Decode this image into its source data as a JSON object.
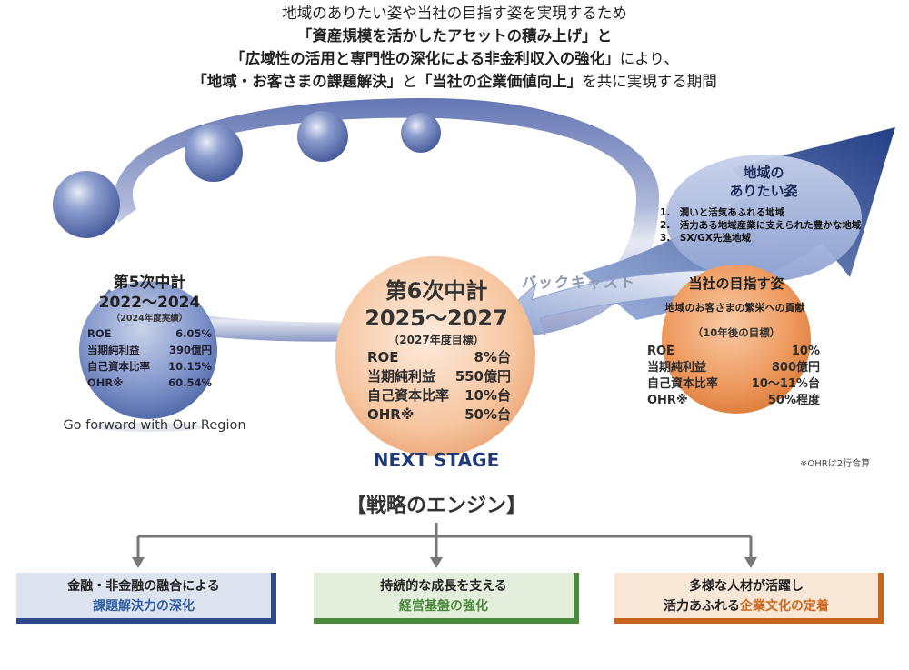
{
  "header": {
    "line1": "地域のありたい姿や当社の目指す姿を実現するため",
    "line2": "「資産規模を活かしたアセットの積み上げ」と",
    "line3_bold": "「広域性の活用と専門性の深化による非金利収入の強化」",
    "line3_rest": "により、",
    "line4_a": "「地域・お客さまの課題解決」",
    "line4_b": "と",
    "line4_c": "「当社の企業価値向上」",
    "line4_d": "を共に実現する期間"
  },
  "left_plan": {
    "title": "第5次中計",
    "years": "2022～2024",
    "note": "（2024年度実績）",
    "stats": [
      {
        "label": "ROE",
        "value": "6.05%"
      },
      {
        "label": "当期純利益",
        "value": "390億円"
      },
      {
        "label": "自己資本比率",
        "value": "10.15%"
      },
      {
        "label": "OHR※",
        "value": "60.54%"
      }
    ],
    "tagline": "Go forward with Our Region"
  },
  "mid_plan": {
    "title": "第6次中計",
    "years": "2025～2027",
    "note": "（2027年度目標）",
    "stats": [
      {
        "label": "ROE",
        "value": "8%台"
      },
      {
        "label": "当期純利益",
        "value": "550億円"
      },
      {
        "label": "自己資本比率",
        "value": "10%台"
      },
      {
        "label": "OHR※",
        "value": "50%台"
      }
    ],
    "next_stage": "NEXT STAGE"
  },
  "backcast": "バックキャスト",
  "region_vision": {
    "title_line1": "地域の",
    "title_line2": "ありたい姿",
    "items": [
      "1.　潤いと活気あふれる地域",
      "2.　活力ある地域産業に支えられた豊かな地域",
      "3.　SX/GX先進地域"
    ]
  },
  "right_target": {
    "title": "当社の目指す姿",
    "subtitle": "地域のお客さまの繁栄への貢献",
    "note": "（10年後の目標）",
    "stats": [
      {
        "label": "ROE",
        "value": "10%"
      },
      {
        "label": "当期純利益",
        "value": "800億円"
      },
      {
        "label": "自己資本比率",
        "value": "10～11%台"
      },
      {
        "label": "OHR※",
        "value": "50%程度"
      }
    ]
  },
  "footnote": "※OHRは2行合算",
  "engine_title": "【戦略のエンジン】",
  "engines": [
    {
      "line1": "金融・非金融の融合による",
      "line2": "課題解決力の深化",
      "accent": "#2e4a8c",
      "fill": "#dde4f0",
      "text2": "#2f5fa5"
    },
    {
      "line1": "持続的な成長を支える",
      "line2": "経営基盤の強化",
      "accent": "#4b8a3c",
      "fill": "#e3efdc",
      "text2": "#4b8a3c"
    },
    {
      "line1": "多様な人材が活躍し",
      "line2a": "活力あふれる",
      "line2b": "企業文化の定着",
      "accent": "#c8651d",
      "fill": "#f8e6d6",
      "text2": "#d0691f"
    }
  ]
}
